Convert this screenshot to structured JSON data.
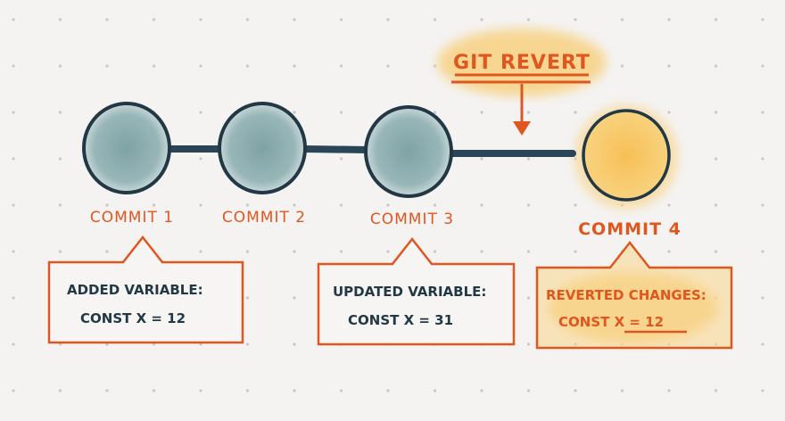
{
  "title_annotation": "GIT REVERT",
  "commits": [
    {
      "label": "COMMIT 1",
      "line1": "ADDED VARIABLE:",
      "line2": "CONST X = 12",
      "color": "#8fb0b2",
      "state": "original"
    },
    {
      "label": "COMMIT 2",
      "color": "#8fb0b2",
      "state": "original"
    },
    {
      "label": "COMMIT 3",
      "line1": "UPDATED VARIABLE:",
      "line2": "CONST X = 31",
      "color": "#8fb0b2",
      "state": "original"
    },
    {
      "label": "COMMIT 4",
      "line1": "REVERTED CHANGES:",
      "line2_prefix": "CONST ",
      "line2_highlight": "X = 12",
      "color": "#f6c25a",
      "state": "revert"
    }
  ],
  "colors": {
    "accent": "#e0561f",
    "line": "#2a4656",
    "highlight": "#f6c25a",
    "background": "#f4f3f2"
  }
}
